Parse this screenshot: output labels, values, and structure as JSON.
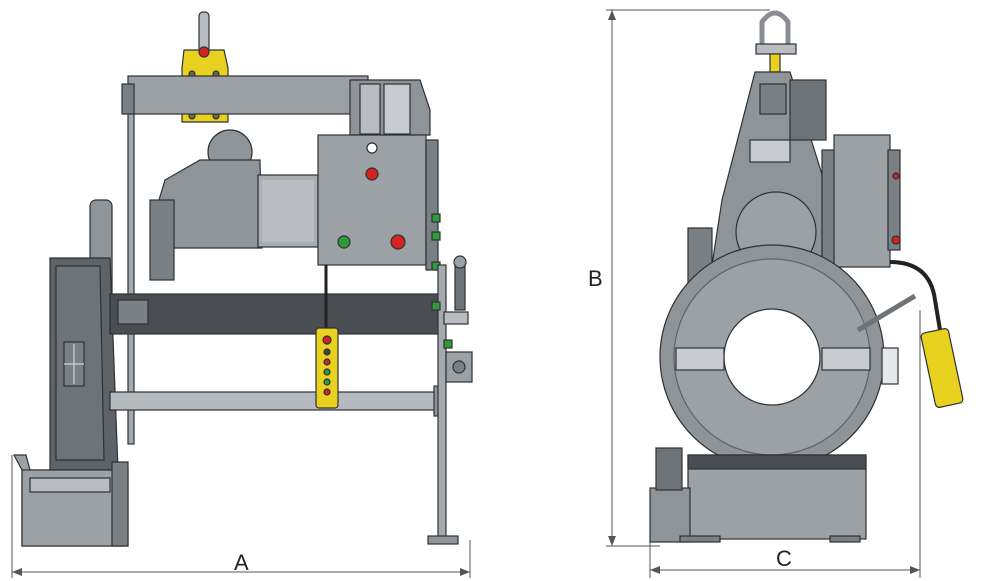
{
  "dimensions": {
    "a": "A",
    "b": "B",
    "c": "C"
  },
  "colors": {
    "machine_body": "#8f9499",
    "machine_dark": "#4a4e52",
    "machine_light": "#b9bdc1",
    "outline": "#2e3135",
    "yellow": "#e8d21f",
    "red": "#d3231f",
    "green": "#2f9a3a",
    "dimension_line": "#555555"
  },
  "icons": [
    "lifting-shackle-icon",
    "pendant-control-icon",
    "indicator-light-icon"
  ]
}
